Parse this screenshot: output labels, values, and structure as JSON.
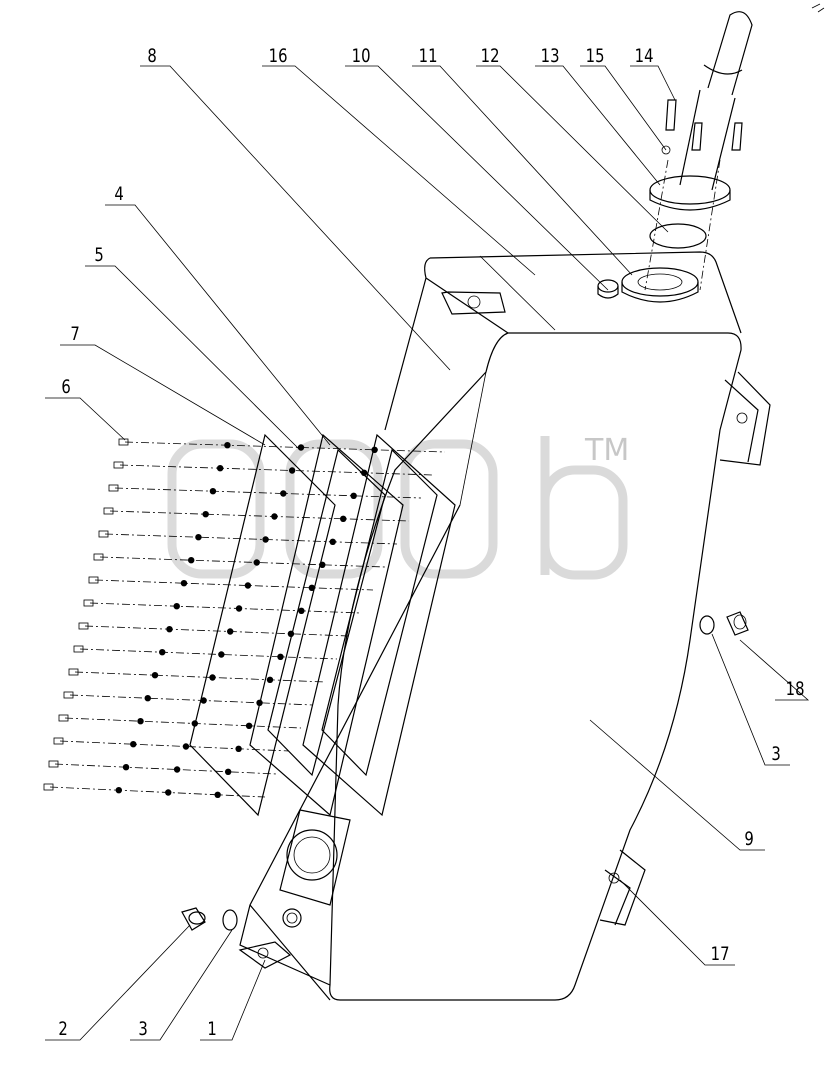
{
  "diagram": {
    "callouts": [
      {
        "id": "c8",
        "label": "8"
      },
      {
        "id": "c16",
        "label": "16"
      },
      {
        "id": "c10",
        "label": "10"
      },
      {
        "id": "c11",
        "label": "11"
      },
      {
        "id": "c12",
        "label": "12"
      },
      {
        "id": "c13",
        "label": "13"
      },
      {
        "id": "c15",
        "label": "15"
      },
      {
        "id": "c14",
        "label": "14"
      },
      {
        "id": "c4",
        "label": "4"
      },
      {
        "id": "c5",
        "label": "5"
      },
      {
        "id": "c7",
        "label": "7"
      },
      {
        "id": "c6",
        "label": "6"
      },
      {
        "id": "c18",
        "label": "18"
      },
      {
        "id": "c3r",
        "label": "3"
      },
      {
        "id": "c9",
        "label": "9"
      },
      {
        "id": "c17",
        "label": "17"
      },
      {
        "id": "c2",
        "label": "2"
      },
      {
        "id": "c3l",
        "label": "3"
      },
      {
        "id": "c1",
        "label": "1"
      }
    ],
    "watermark": {
      "trademark": "TM"
    },
    "colors": {
      "ink": "#000000",
      "watermark": "#bdbdbd",
      "background": "#ffffff"
    }
  }
}
